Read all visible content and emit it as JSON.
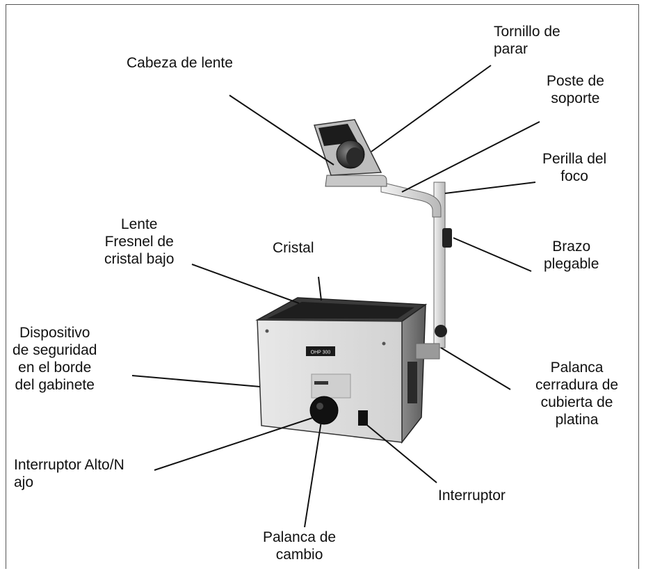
{
  "labels": {
    "lens_head": "Cabeza de lente",
    "stop_screw": "Tornillo de\nparar",
    "support_post": "Poste de\nsoporte",
    "focus_knob": "Perilla del\nfoco",
    "folding_arm": "Brazo\nplegable",
    "fresnel_lens": "Lente\nFresnel de\ncristal bajo",
    "glass": "Cristal",
    "safety_device": "Dispositivo\nde seguridad\nen el borde\ndel gabinete",
    "stage_lock_lever": "Palanca\ncerradura de\ncubierta de\nplatina",
    "high_low_switch": "Interruptor Alto/N\najo",
    "switch": "Interruptor",
    "change_lever": "Palanca de\ncambio"
  },
  "device_badge": "OHP 300",
  "colors": {
    "ink": "#111111",
    "frame": "#555555"
  }
}
